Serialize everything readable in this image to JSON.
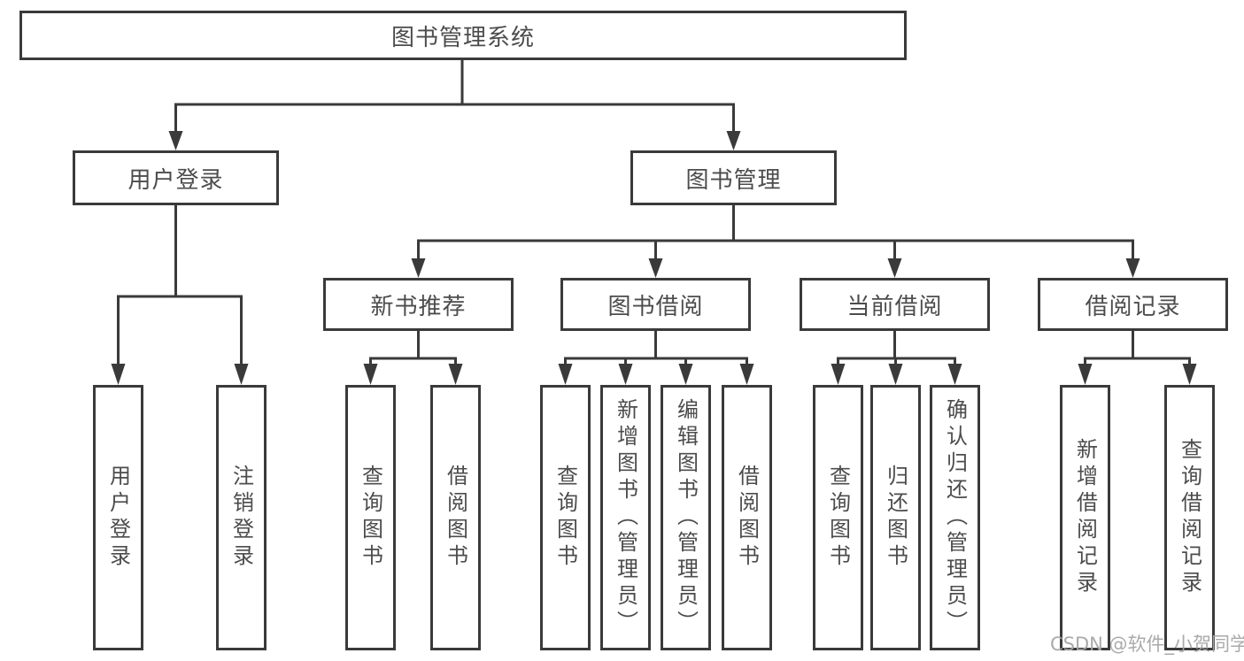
{
  "diagram": {
    "root": {
      "label": "图书管理系统"
    },
    "children": [
      {
        "label": "用户登录",
        "children": [
          {
            "label": "用户登录"
          },
          {
            "label": "注销登录"
          }
        ]
      },
      {
        "label": "图书管理",
        "children": [
          {
            "label": "新书推荐",
            "children": [
              {
                "label": "查询图书"
              },
              {
                "label": "借阅图书"
              }
            ]
          },
          {
            "label": "图书借阅",
            "children": [
              {
                "label": "查询图书"
              },
              {
                "label": "新增图书（管理员）"
              },
              {
                "label": "编辑图书（管理员）"
              },
              {
                "label": "借阅图书"
              }
            ]
          },
          {
            "label": "当前借阅",
            "children": [
              {
                "label": "查询图书"
              },
              {
                "label": "归还图书"
              },
              {
                "label": "确认归还（管理员）"
              }
            ]
          },
          {
            "label": "借阅记录",
            "children": [
              {
                "label": "新增借阅记录"
              },
              {
                "label": "查询借阅记录"
              }
            ]
          }
        ]
      }
    ]
  },
  "watermark": "CSDN @软件_小贺同学",
  "colors": {
    "line": "#3a3a3a",
    "text": "#4c4c4c",
    "background": "#ffffff",
    "watermark": "#a5a5a5"
  }
}
